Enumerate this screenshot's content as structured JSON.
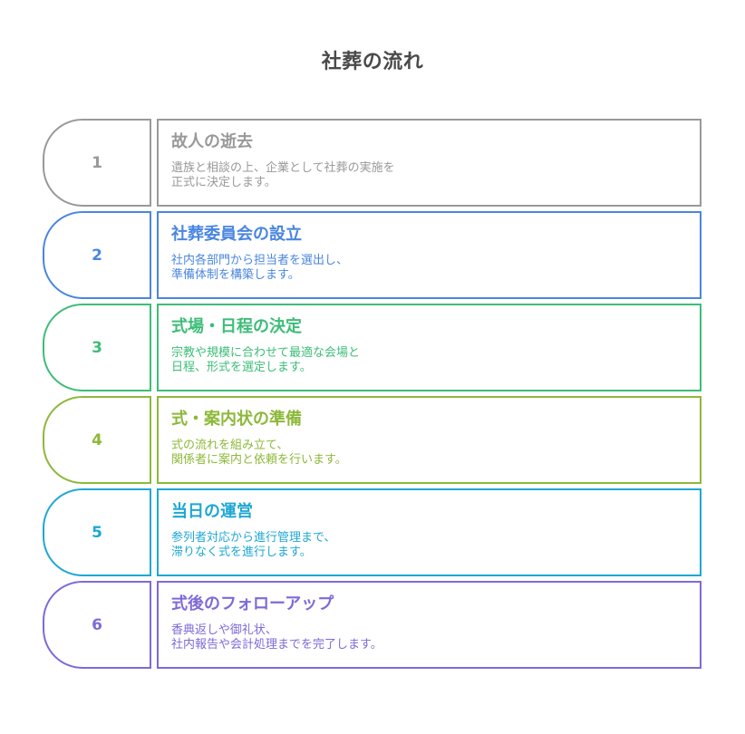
{
  "title": "社葬の流れ",
  "steps": [
    {
      "number": "1",
      "title": "故人の逝去",
      "desc_line1": "遺族と相談の上、企業として社葬の実施を",
      "desc_line2": "正式に決定します。",
      "color": "#999999"
    },
    {
      "number": "2",
      "title": "社葬委員会の設立",
      "desc_line1": "社内各部門から担当者を選出し、",
      "desc_line2": "準備体制を構築します。",
      "color": "#4a86e0"
    },
    {
      "number": "3",
      "title": "式場・日程の決定",
      "desc_line1": "宗教や規模に合わせて最適な会場と",
      "desc_line2": "日程、形式を選定します。",
      "color": "#3dbd78"
    },
    {
      "number": "4",
      "title": "式・案内状の準備",
      "desc_line1": "式の流れを組み立て、",
      "desc_line2": "関係者に案内と依頼を行います。",
      "color": "#8db83a"
    },
    {
      "number": "5",
      "title": "当日の運営",
      "desc_line1": "参列者対応から進行管理まで、",
      "desc_line2": "滞りなく式を進行します。",
      "color": "#1fa7d4"
    },
    {
      "number": "6",
      "title": "式後のフォローアップ",
      "desc_line1": "香典返しや御礼状、",
      "desc_line2": "社内報告や会計処理までを完了します。",
      "color": "#7e6ad8"
    }
  ]
}
